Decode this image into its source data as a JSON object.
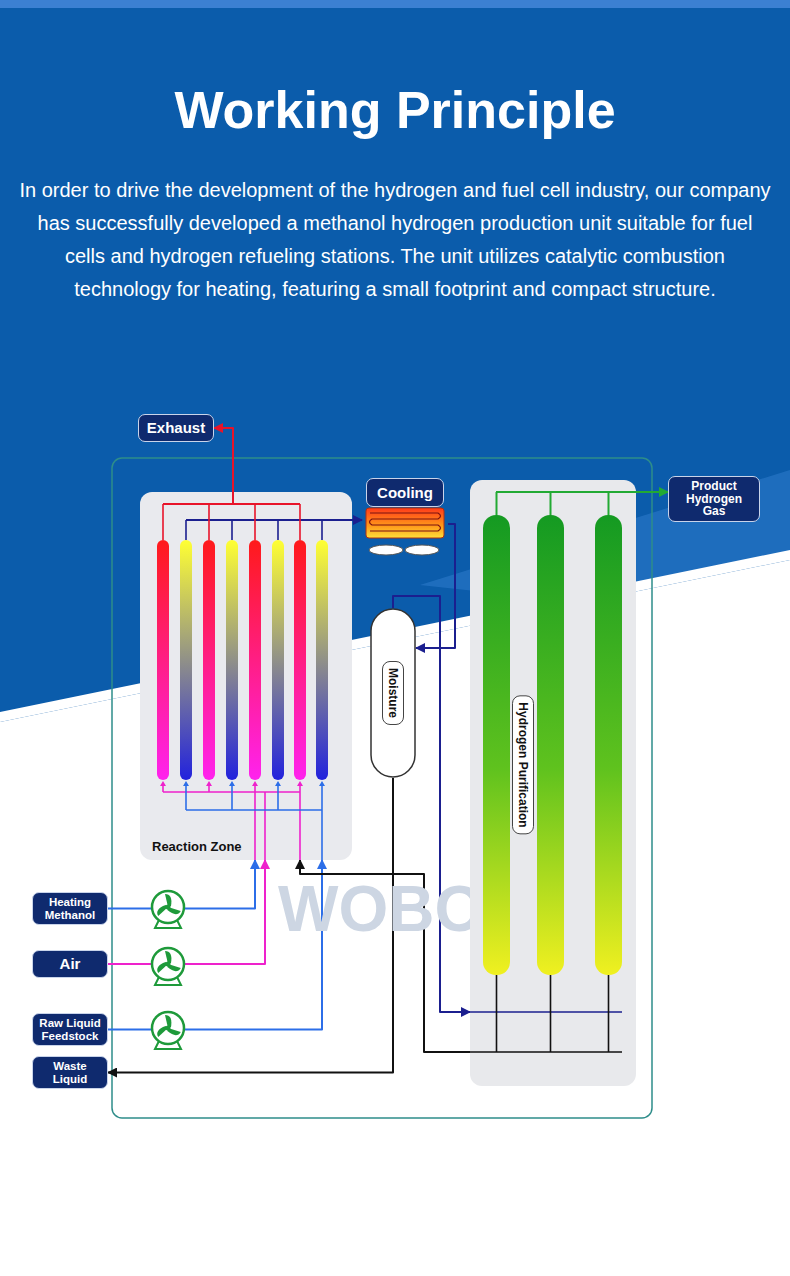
{
  "diagram": {
    "title": "Working Principle",
    "caption": "In order to drive the development of the hydrogen and fuel cell industry, our company has successfully developed a methanol hydrogen production unit suitable for fuel cells and hydrogen refueling stations. The unit utilizes catalytic combustion technology for heating, featuring a small footprint and compact structure.",
    "nodes": [
      {
        "text": [
          "Exhaust"
        ]
      },
      {
        "text": [
          "Cooling"
        ]
      },
      {
        "text": [
          "Product Hydrogen Gas"
        ]
      },
      {
        "text": [
          "Reaction Zone"
        ]
      },
      {
        "text": [
          "Moisture"
        ]
      },
      {
        "text": [
          "Hydrogen Purification"
        ]
      },
      {
        "text": [
          "Heating Methanol"
        ]
      },
      {
        "text": [
          "Air"
        ]
      },
      {
        "text": [
          "Raw Liquid Feedstock"
        ]
      },
      {
        "text": [
          "Waste Liquid"
        ]
      }
    ],
    "edges": [
      {
        "from": 3,
        "to": 0,
        "arrow": "to"
      },
      {
        "from": 3,
        "to": 1,
        "arrow": "to"
      },
      {
        "from": 1,
        "to": 4,
        "arrow": "to"
      },
      {
        "from": 4,
        "to": 5,
        "arrow": "to"
      },
      {
        "from": 5,
        "to": 2,
        "arrow": "to"
      },
      {
        "from": 6,
        "to": 3,
        "arrow": "to"
      },
      {
        "from": 7,
        "to": 3,
        "arrow": "to"
      },
      {
        "from": 8,
        "to": 3,
        "arrow": "to"
      },
      {
        "from": 4,
        "to": 9,
        "arrow": "to"
      },
      {
        "from": 5,
        "to": 3,
        "arrow": "to"
      }
    ],
    "labels": [
      "WOBO"
    ]
  }
}
